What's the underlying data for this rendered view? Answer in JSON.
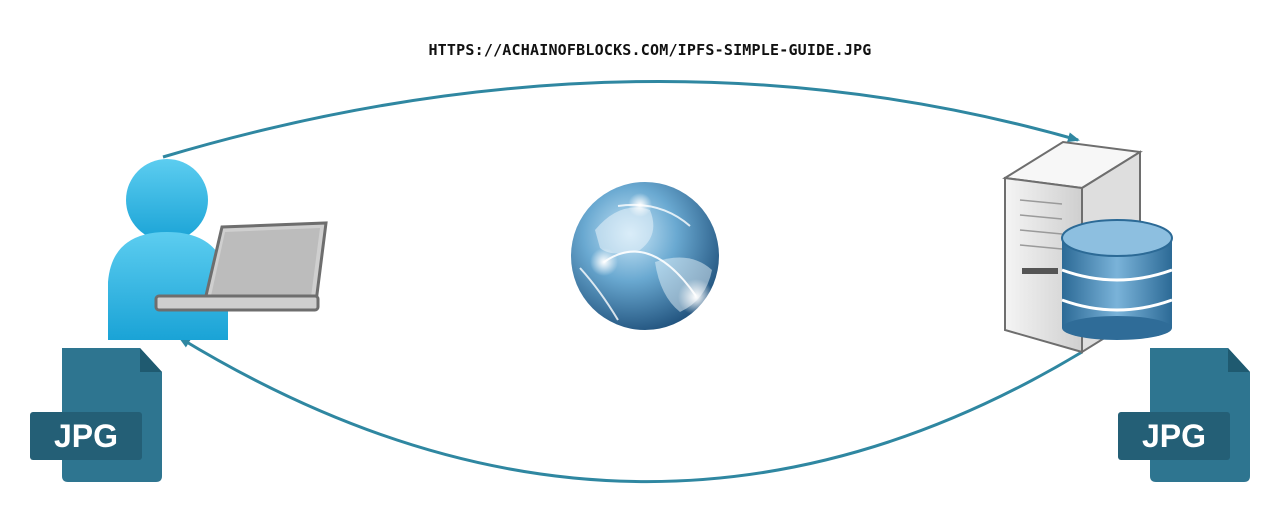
{
  "url": "HTTPS://ACHAINOFBLOCKS.COM/IPFS-SIMPLE-GUIDE.JPG",
  "client": {
    "icon": "user-with-laptop-icon"
  },
  "network": {
    "icon": "globe-icon"
  },
  "server": {
    "icon": "server-database-icon"
  },
  "client_file": {
    "label": "JPG",
    "icon": "jpg-file-icon"
  },
  "server_file": {
    "label": "JPG",
    "icon": "jpg-file-icon"
  },
  "colors": {
    "arrow": "#2f87a1",
    "person": "#29b7e6",
    "file": "#2e7590",
    "file_label_bg": "#245f76",
    "database": "#3f7da9"
  }
}
